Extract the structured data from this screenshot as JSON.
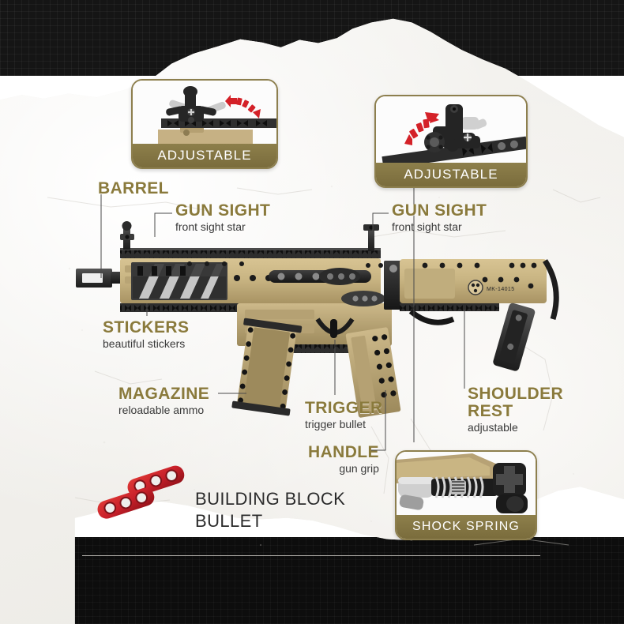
{
  "page": {
    "background_dark": "#151515",
    "paper_color": "#f2f1ee",
    "accent_gold": "#8a7a3c",
    "bar_gold": "#7d6f3e",
    "bullet_red": "#c8202a",
    "gun_tan": "#c9b583",
    "gun_dark": "#3a3a3a"
  },
  "callouts": [
    {
      "id": "adjustable-front",
      "label": "ADJUSTABLE",
      "arrow_color": "#d42128",
      "arrow_direction": "left",
      "subject": "front-sight-adjust"
    },
    {
      "id": "adjustable-rear",
      "label": "ADJUSTABLE",
      "arrow_color": "#d42128",
      "arrow_direction": "right",
      "subject": "rear-sight-adjust"
    },
    {
      "id": "shock-spring",
      "label": "SHOCK SPRING",
      "subject": "recoil-spring-assembly"
    }
  ],
  "labels": {
    "barrel": {
      "title": "BARREL",
      "sub": ""
    },
    "gun_sight_l": {
      "title": "GUN SIGHT",
      "sub": "front sight star"
    },
    "gun_sight_r": {
      "title": "GUN SIGHT",
      "sub": "front sight star"
    },
    "stickers": {
      "title": "STICKERS",
      "sub": "beautiful stickers"
    },
    "magazine": {
      "title": "MAGAZINE",
      "sub": "reloadable ammo"
    },
    "trigger": {
      "title": "TRIGGER",
      "sub": "trigger bullet"
    },
    "shoulder_rest": {
      "title": "SHOULDER\nREST",
      "sub": "adjustable"
    },
    "handle": {
      "title": "HANDLE",
      "sub": "gun grip"
    },
    "bullet": {
      "title": "BUILDING BLOCK\nBULLET",
      "sub": ""
    }
  },
  "product": {
    "type": "building-block-assault-rifle",
    "stock_sticker": "MK-14015",
    "bullet_piece": "red 3-hole technic beam",
    "bullet_count": 2
  }
}
